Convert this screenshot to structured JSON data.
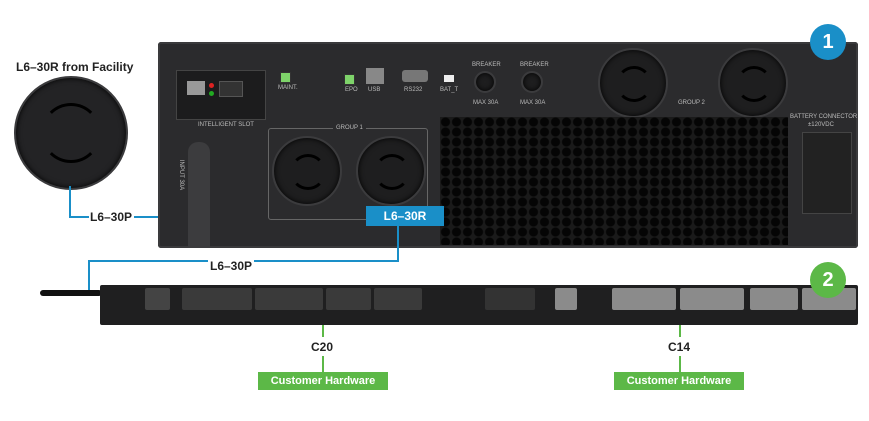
{
  "labels": {
    "facility_outlet": "L6–30R from Facility",
    "facility_plug": "L6–30P",
    "ups_outlet": "L6–30R",
    "pdu_plug": "L6–30P",
    "c20": "C20",
    "c14": "C14",
    "customer_hw_left": "Customer Hardware",
    "customer_hw_right": "Customer Hardware"
  },
  "badges": {
    "ups": "1",
    "pdu": "2"
  },
  "ups_panel": {
    "maint": "MAINT.",
    "epo": "EPO",
    "usb": "USB",
    "rs232": "RS232",
    "bat_t": "BAT_T",
    "breaker1": "BREAKER",
    "breaker1_rating": "MAX 30A",
    "breaker2": "BREAKER",
    "breaker2_rating": "MAX 30A",
    "intelligent_slot": "INTELLIGENT SLOT",
    "group1": "GROUP 1",
    "group2": "GROUP 2",
    "battery_connector": "BATTERY CONNECTOR",
    "battery_voltage": "±120VDC",
    "input": "INPUT 30A"
  },
  "colors": {
    "blue": "#1a8fc8",
    "green": "#5cb847"
  }
}
